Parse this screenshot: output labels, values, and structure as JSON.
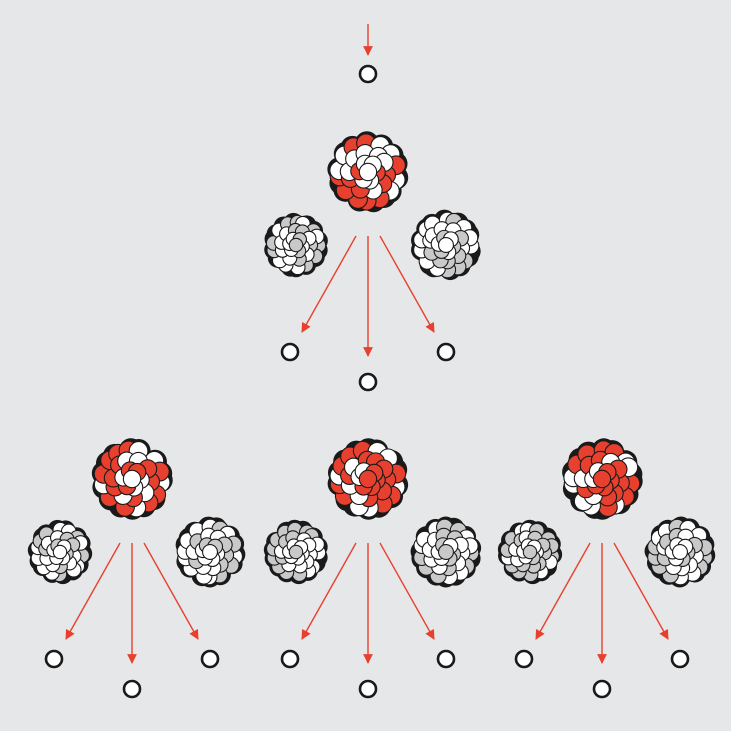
{
  "diagram": {
    "colors": {
      "background": "#e6e7e8",
      "arrow": "#e8402e",
      "proton": "#e8402e",
      "neutron_light": "#ffffff",
      "neutron_gray": "#c9c9c9",
      "outline": "#1a1a1a"
    },
    "icons": {
      "incoming_neutron": "neutron-circle-icon",
      "heavy_nucleus": "heavy-nucleus-icon",
      "fragment_nucleus": "fission-fragment-icon",
      "released_neutron": "neutron-circle-icon"
    },
    "generations": [
      {
        "name": "incoming",
        "neutron_count": 1
      },
      {
        "name": "first-fission",
        "nucleus_count": 1,
        "fragments_per_fission": 2,
        "neutrons_released": 3
      },
      {
        "name": "second-fission",
        "nucleus_count": 3,
        "fragments_per_fission": 2,
        "neutrons_released_each": 3
      }
    ]
  }
}
